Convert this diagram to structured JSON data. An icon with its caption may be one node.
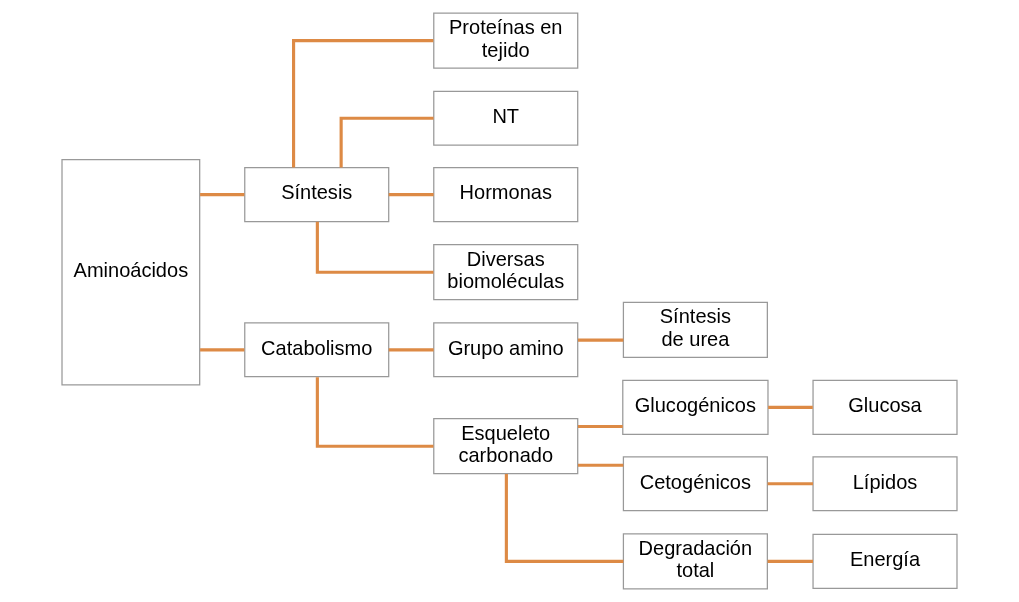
{
  "diagram": {
    "nodes": [
      {
        "text": [
          "Aminoácidos"
        ]
      },
      {
        "text": [
          "Síntesis"
        ]
      },
      {
        "text": [
          "Catabolismo"
        ]
      },
      {
        "text": [
          "Proteínas en tejido"
        ]
      },
      {
        "text": [
          "NT"
        ]
      },
      {
        "text": [
          "Hormonas"
        ]
      },
      {
        "text": [
          "Diversas biomoléculas"
        ]
      },
      {
        "text": [
          "Grupo amino"
        ]
      },
      {
        "text": [
          "Esqueleto carbonado"
        ]
      },
      {
        "text": [
          "Síntesis de urea"
        ]
      },
      {
        "text": [
          "Glucogénicos"
        ]
      },
      {
        "text": [
          "Cetogénicos"
        ]
      },
      {
        "text": [
          "Degradación total"
        ]
      },
      {
        "text": [
          "Glucosa"
        ]
      },
      {
        "text": [
          "Lípidos"
        ]
      },
      {
        "text": [
          "Energía"
        ]
      }
    ],
    "edges": [
      {
        "from": 0,
        "to": 1,
        "arrow": "none"
      },
      {
        "from": 0,
        "to": 2,
        "arrow": "none"
      },
      {
        "from": 1,
        "to": 3,
        "arrow": "none"
      },
      {
        "from": 1,
        "to": 4,
        "arrow": "none"
      },
      {
        "from": 1,
        "to": 5,
        "arrow": "none"
      },
      {
        "from": 1,
        "to": 6,
        "arrow": "none"
      },
      {
        "from": 2,
        "to": 7,
        "arrow": "none"
      },
      {
        "from": 2,
        "to": 8,
        "arrow": "none"
      },
      {
        "from": 7,
        "to": 9,
        "arrow": "none"
      },
      {
        "from": 8,
        "to": 10,
        "arrow": "none"
      },
      {
        "from": 8,
        "to": 11,
        "arrow": "none"
      },
      {
        "from": 8,
        "to": 12,
        "arrow": "none"
      },
      {
        "from": 10,
        "to": 13,
        "arrow": "none"
      },
      {
        "from": 11,
        "to": 14,
        "arrow": "none"
      },
      {
        "from": 12,
        "to": 15,
        "arrow": "none"
      }
    ]
  }
}
